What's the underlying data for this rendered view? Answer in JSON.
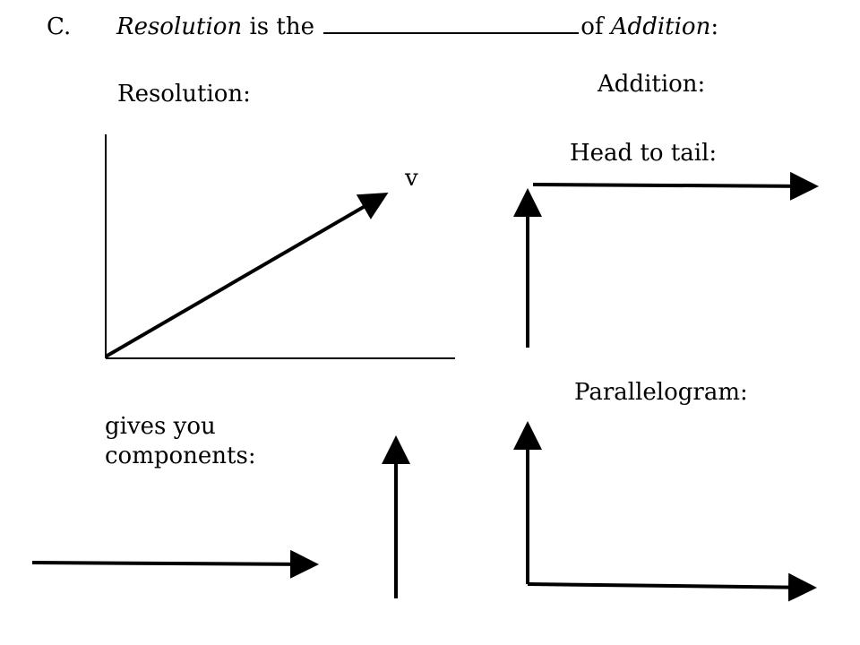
{
  "slide": {
    "heading": {
      "letter": "C.",
      "term": "Resolution",
      "middle": " is the ",
      "suffix": "of ",
      "term2": "Addition",
      "end": ":"
    },
    "labels": {
      "resolution": "Resolution:",
      "addition": "Addition:",
      "head_to_tail": "Head to tail:",
      "parallelogram": "Parallelogram:",
      "gives_you_components": "gives you components:",
      "vector": "v"
    }
  }
}
